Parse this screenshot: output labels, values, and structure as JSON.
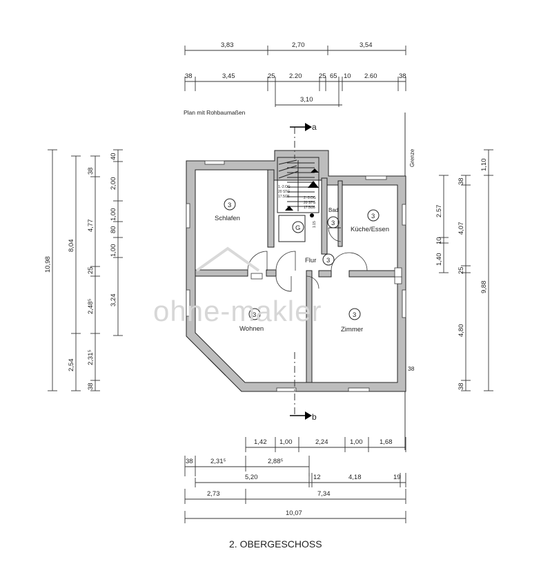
{
  "title": "2. OBERGESCHOSS",
  "subtitle": "Plan mit Rohbaumaßen",
  "watermark": "ohne-makler",
  "border_label": "Grenze",
  "section_labels": {
    "a": "a",
    "b": "b"
  },
  "stair_notes": [
    "1.-2.OG",
    "20 STG",
    "17.5/26",
    "2.-3.OG",
    "20 STG",
    "17.5/26"
  ],
  "stair_side_note": "1.15",
  "rooms": [
    {
      "number": "3",
      "name": "Schlafen"
    },
    {
      "number": "3",
      "name": "Wohnen"
    },
    {
      "number": "3",
      "name": "Zimmer"
    },
    {
      "number": "3",
      "name": "Küche/Essen"
    },
    {
      "number": "3",
      "name": "Bad"
    },
    {
      "number": "3",
      "name": "Flur"
    },
    {
      "number": "G",
      "name": ""
    }
  ],
  "dimensions": {
    "top_row1": [
      "3,83",
      "2,70",
      "3,54"
    ],
    "top_row2": [
      "38",
      "3,45",
      "25",
      "2.20",
      "25",
      "65",
      "10",
      "2.60",
      "38"
    ],
    "top_row3": [
      "3,10"
    ],
    "left_outer": [
      "10,98"
    ],
    "left_mid": [
      "8,04",
      "2,54"
    ],
    "left_inner": [
      "38",
      "4,77",
      "25",
      "2,48⁵",
      "2,31⁵",
      "38"
    ],
    "left_innermost": [
      "40",
      "2,00",
      "1,00",
      "80",
      "1,00",
      "3,24"
    ],
    "right_inner": [
      "38",
      "2.57",
      "10",
      "1,40",
      "25",
      "4,80",
      "38"
    ],
    "right_mid": [
      "4,07"
    ],
    "right_outer": [
      "1,10",
      "9,88"
    ],
    "bottom_row1": [
      "1,42",
      "1,00",
      "2,24",
      "1,00",
      "1,68"
    ],
    "bottom_row2": [
      "38",
      "2,31⁵",
      "2,88⁵"
    ],
    "bottom_row3": [
      "5,20",
      "12",
      "4,18",
      "19"
    ],
    "bottom_row4": [
      "2,73",
      "7,34"
    ],
    "bottom_row5": [
      "10,07"
    ],
    "wall_right": "38"
  }
}
